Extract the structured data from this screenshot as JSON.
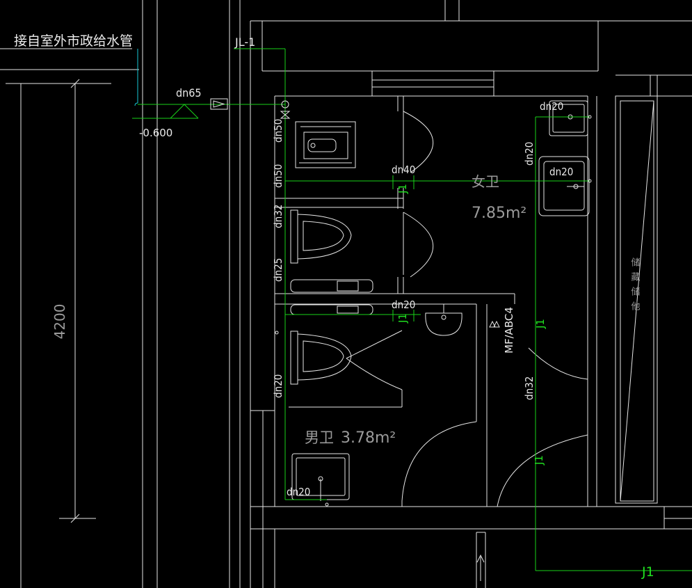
{
  "source_label": "接自室外市政给水管",
  "riser_label": "JL-1",
  "elevation": "-0.600",
  "dimension": "4200",
  "pipes": {
    "main": "dn65",
    "riser_top": "dn50",
    "riser_mid": "dn50",
    "branch_40": "dn40",
    "riser_32": "dn32",
    "riser_25": "dn25",
    "branch_20_mid": "dn20",
    "riser_20_low": "dn20",
    "basin_20": "dn20",
    "women_top_20": "dn20",
    "women_vert_20": "dn20",
    "women_sink_20": "dn20",
    "vert_32_right": "dn32"
  },
  "markers": {
    "j1_a": "J1",
    "j1_b": "J1",
    "j1_c": "J1",
    "j1_d": "J1",
    "j1_e": "J1"
  },
  "rooms": {
    "women": "女卫",
    "women_area": "7.85m²",
    "men": "男卫",
    "men_area": "3.78m²",
    "storage": "储藏储他"
  },
  "equipment": {
    "extinguisher": "MF/ABC4"
  }
}
